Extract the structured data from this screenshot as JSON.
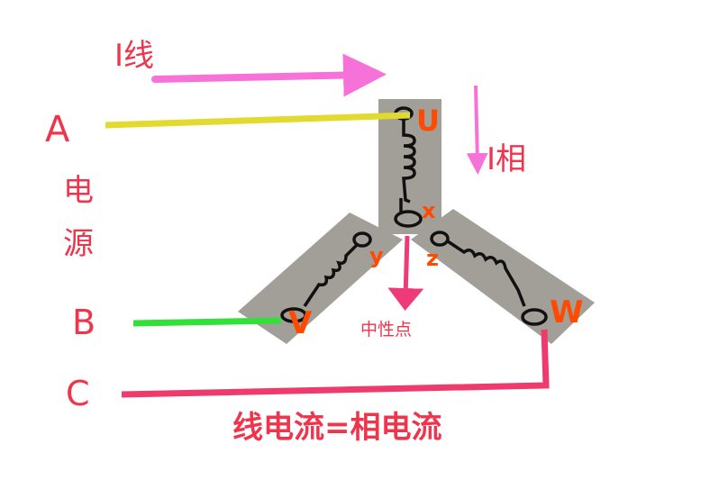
{
  "labels": {
    "phase_a": "A",
    "phase_b": "B",
    "phase_c": "C",
    "source_1": "电",
    "source_2": "源",
    "line_current": "I线",
    "phase_current": "I相",
    "terminal_u": "U",
    "terminal_v": "V",
    "terminal_w": "W",
    "terminal_x": "x",
    "terminal_y": "y",
    "terminal_z": "z",
    "neutral_point": "中性点",
    "conclusion": "线电流=相电流"
  },
  "colors": {
    "label_red": "#f0344c",
    "terminal_orange": "#ff4a00",
    "arrow_pink": "#f772d8",
    "neutral_arrow": "#ee3a78",
    "wire_a": "#e2da2e",
    "wire_b": "#33e03a",
    "wire_c": "#ee3a6c",
    "winding_bg": "#a19f98"
  }
}
